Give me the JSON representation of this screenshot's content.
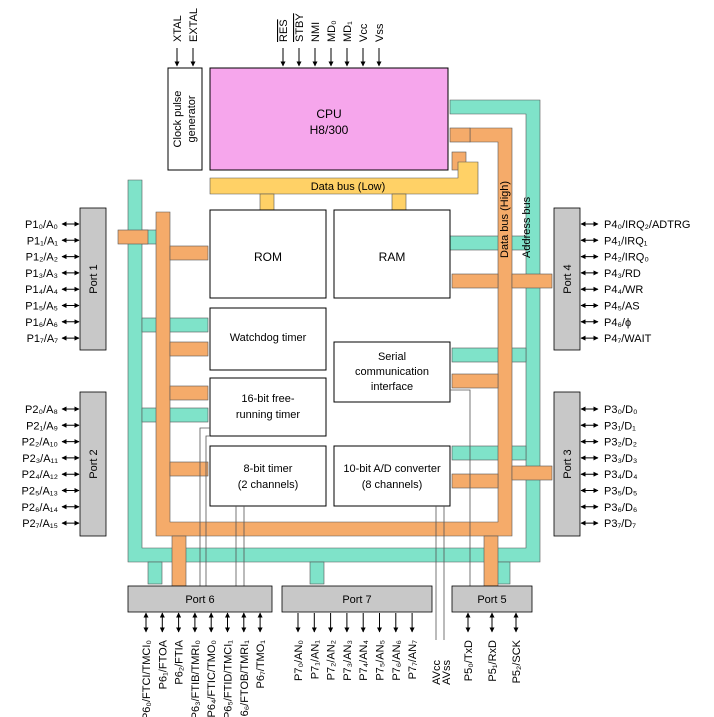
{
  "top_labels": {
    "xtal": "XTAL",
    "extal": "EXTAL",
    "res": "RES",
    "stby": "STBY",
    "nmi": "NMI",
    "md0": "MD₀",
    "md1": "MD₁",
    "vcc": "Vcc",
    "vss": "Vss"
  },
  "blocks": {
    "clock": "Clock pulse generator",
    "clock_line1": "Clock pulse",
    "clock_line2": "generator",
    "cpu_line1": "CPU",
    "cpu_line2": "H8/300",
    "rom": "ROM",
    "ram": "RAM",
    "watchdog": "Watchdog timer",
    "frt_line1": "16-bit free-",
    "frt_line2": "running timer",
    "sci_line1": "Serial",
    "sci_line2": "communication",
    "sci_line3": "interface",
    "timer8_line1": "8-bit timer",
    "timer8_line2": "(2 channels)",
    "adc_line1": "10-bit A/D converter",
    "adc_line2": "(8 channels)"
  },
  "buses": {
    "data_low": "Data bus (Low)",
    "data_high": "Data bus (High)",
    "address": "Address bus"
  },
  "ports": {
    "port1": {
      "label": "Port 1",
      "pins": [
        "P1₀/A₀",
        "P1₁/A₁",
        "P1₂/A₂",
        "P1₃/A₃",
        "P1₄/A₄",
        "P1₅/A₅",
        "P1₆/A₆",
        "P1₇/A₇"
      ]
    },
    "port2": {
      "label": "Port 2",
      "pins": [
        "P2₀/A₈",
        "P2₁/A₉",
        "P2₂/A₁₀",
        "P2₃/A₁₁",
        "P2₄/A₁₂",
        "P2₅/A₁₃",
        "P2₆/A₁₄",
        "P2₇/A₁₅"
      ]
    },
    "port3": {
      "label": "Port 3",
      "pins": [
        "P3₀/D₀",
        "P3₁/D₁",
        "P3₂/D₂",
        "P3₃/D₃",
        "P3₄/D₄",
        "P3₅/D₅",
        "P3₆/D₆",
        "P3₇/D₇"
      ]
    },
    "port4": {
      "label": "Port 4",
      "pins": [
        "P4₀/IRQ₂/ADTRG",
        "P4₁/IRQ₁",
        "P4₂/IRQ₀",
        "P4₃/RD",
        "P4₄/WR",
        "P4₅/AS",
        "P4₆/ϕ",
        "P4₇/WAIT"
      ]
    },
    "port5": {
      "label": "Port 5",
      "pins": [
        "P5₀/TxD",
        "P5₁/RxD",
        "P5₂/SCK"
      ]
    },
    "port6": {
      "label": "Port 6",
      "pins": [
        "P6₀/FTCI/TMCI₀",
        "P6₁/FTOA",
        "P6₂/FTIA",
        "P6₃/FTIB/TMRI₀",
        "P6₄/FTIC/TMO₀",
        "P6₅/FTID/TMCI₁",
        "P6₆/FTOB/TMRI₁",
        "P6₇/TMO₁"
      ]
    },
    "port7": {
      "label": "Port 7",
      "pins": [
        "P7₀/AN₀",
        "P7₁/AN₁",
        "P7₂/AN₂",
        "P7₃/AN₃",
        "P7₄/AN₄",
        "P7₅/AN₅",
        "P7₆/AN₆",
        "P7₇/AN₇"
      ]
    },
    "avcc": "AVcc",
    "avss": "AVss"
  },
  "colors": {
    "cpu": "#f6a6ec",
    "address_bus": "#7fe3c9",
    "data_high": "#f5ab6a",
    "data_low": "#ffd166",
    "port": "#c8c8c8"
  }
}
